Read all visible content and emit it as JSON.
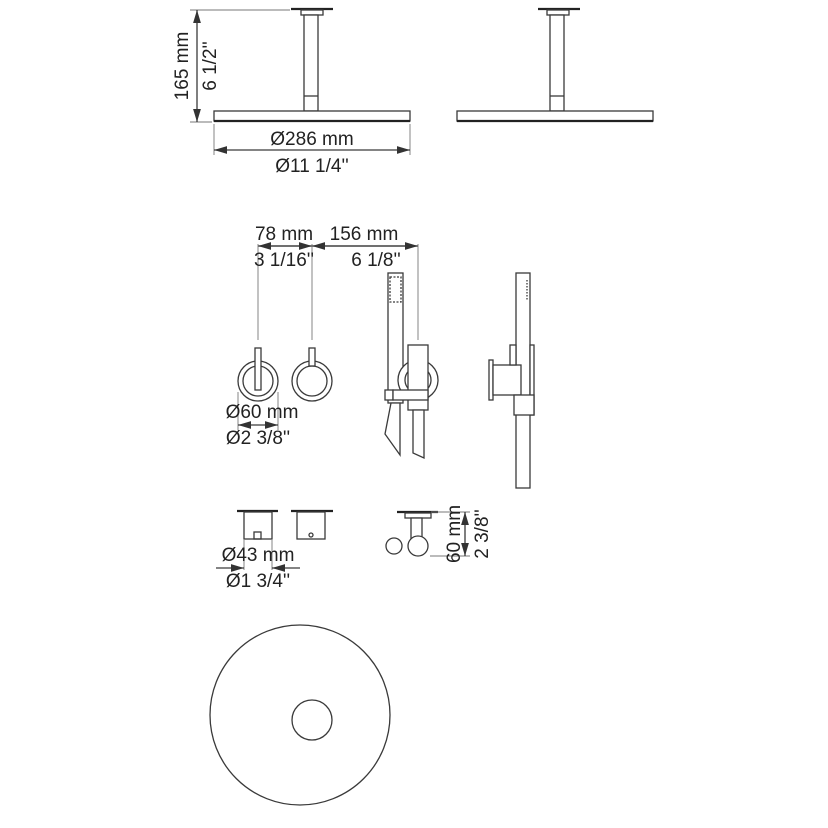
{
  "drawing": {
    "colors": {
      "line": "#3a3a3a",
      "background": "#ffffff"
    },
    "shower_head": {
      "height_mm": "165 mm",
      "height_in": "6 1/2''",
      "diameter_mm": "Ø286 mm",
      "diameter_in": "Ø11 1/4''"
    },
    "wall_set": {
      "spacing1_mm": "78 mm",
      "spacing1_in": "3 1/16''",
      "spacing2_mm": "156 mm",
      "spacing2_in": "6 1/8''",
      "handle_diameter_mm": "Ø60 mm",
      "handle_diameter_in": "Ø2 3/8''"
    },
    "valves": {
      "diameter_mm": "Ø43 mm",
      "diameter_in": "Ø1 3/4''",
      "projection_mm": "60 mm",
      "projection_in": "2 3/8''"
    }
  }
}
